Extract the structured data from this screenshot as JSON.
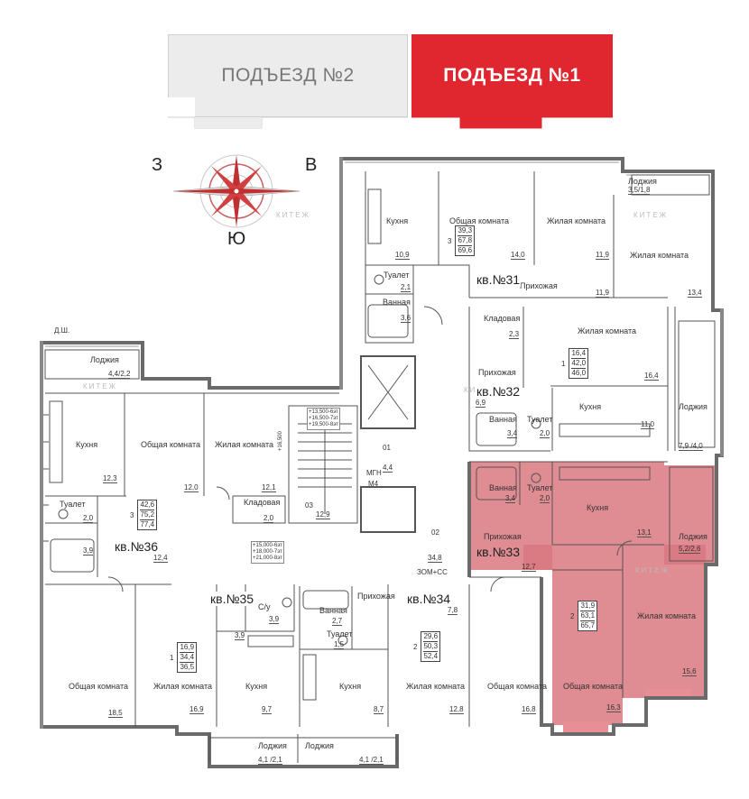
{
  "header": {
    "entrance_2": "ПОДЪЕЗД №2",
    "entrance_1": "ПОДЪЕЗД №1"
  },
  "compass": {
    "west": "З",
    "east": "В",
    "south": "Ю"
  },
  "watermark": "КИТЕЖ",
  "colors": {
    "entrance_1_bg": "#e0262f",
    "entrance_2_bg": "#ececec",
    "highlight_fill": "#d97880",
    "wall": "#555555"
  },
  "apartments": {
    "kv31": {
      "label": "кв.№31",
      "rooms": "3",
      "living": "39,3",
      "total": "67,8",
      "total_balcony": "69,6"
    },
    "kv32": {
      "label": "кв.№32",
      "rooms": "1",
      "living": "16,4",
      "total": "42,0",
      "total_balcony": "46,0"
    },
    "kv33": {
      "label": "кв.№33",
      "rooms": "2",
      "living": "31,9",
      "total": "63,1",
      "total_balcony": "65,7"
    },
    "kv34": {
      "label": "кв.№34",
      "rooms": "2",
      "living": "29,6",
      "total": "50,3",
      "total_balcony": "52,4"
    },
    "kv35": {
      "label": "кв.№35",
      "rooms": "1",
      "living": "16,9",
      "total": "34,4",
      "total_balcony": "36,5"
    },
    "kv36": {
      "label": "кв.№36",
      "rooms": "3",
      "living": "42,6",
      "total": "75,2",
      "total_balcony": "77,4"
    }
  },
  "rooms": {
    "r31_kitchen": {
      "name": "Кухня",
      "area": "10,9"
    },
    "r31_common": {
      "name": "Общая комната",
      "area": "14,0"
    },
    "r31_living1": {
      "name": "Жилая комната",
      "area": "11,9"
    },
    "r31_living2": {
      "name": "Жилая комната",
      "area": "13,4"
    },
    "r31_hall": {
      "name": "Прихожая",
      "area": "11,9"
    },
    "r31_toilet": {
      "name": "Туалет",
      "area": "2,1"
    },
    "r31_bath": {
      "name": "Ванная",
      "area": "3,6"
    },
    "r31_loggia": {
      "name": "Лоджия",
      "area": "3,5/1,8"
    },
    "r32_pantry": {
      "name": "Кладовая",
      "area": "2,3"
    },
    "r32_hall": {
      "name": "Прихожая",
      "area": "6,9"
    },
    "r32_living": {
      "name": "Жилая комната",
      "area": "16,4"
    },
    "r32_kitchen": {
      "name": "Кухня",
      "area": "11,0"
    },
    "r32_bath": {
      "name": "Ванная",
      "area": "3,4"
    },
    "r32_toilet": {
      "name": "Туалет",
      "area": "2,0"
    },
    "r32_loggia": {
      "name": "Лоджия",
      "area": "7,9 /4,0"
    },
    "r33_bath": {
      "name": "Ванная",
      "area": "3,4"
    },
    "r33_toilet": {
      "name": "Туалет",
      "area": "2,0"
    },
    "r33_kitchen": {
      "name": "Кухня",
      "area": "13,1"
    },
    "r33_loggia": {
      "name": "Лоджия",
      "area": "5,2/2,6"
    },
    "r33_hall": {
      "name": "Прихожая",
      "area": "12,7"
    },
    "r33_living": {
      "name": "Жилая комната",
      "area": "15,6"
    },
    "r33_common": {
      "name": "Общая комната",
      "area": "16,3"
    },
    "r34_hall": {
      "name": "Прихожая",
      "area": "7,8"
    },
    "r34_bath": {
      "name": "Ванная",
      "area": "2,7"
    },
    "r34_toilet": {
      "name": "Туалет",
      "area": "1,5"
    },
    "r34_kitchen": {
      "name": "Кухня",
      "area": "8,7"
    },
    "r34_living": {
      "name": "Жилая комната",
      "area": "12,8"
    },
    "r34_common": {
      "name": "Общая комната",
      "area": "16,8"
    },
    "r34_loggia": {
      "name": "Лоджия",
      "area": "4,1 /2,1"
    },
    "r35_cy": {
      "name": "С/у",
      "area": "3,9"
    },
    "r35_hall_area": {
      "area": "3,9"
    },
    "r35_kitchen": {
      "name": "Кухня",
      "area": "9,7"
    },
    "r35_living": {
      "name": "Жилая комната",
      "area": "16,9"
    },
    "r35_loggia": {
      "name": "Лоджия",
      "area": "4,1 /2,1"
    },
    "r36_kitchen": {
      "name": "Кухня",
      "area": "12,3"
    },
    "r36_common": {
      "name": "Общая комната",
      "area": "12,0"
    },
    "r36_living1": {
      "name": "Жилая комната",
      "area": "12,1"
    },
    "r36_pantry": {
      "name": "Кладовая",
      "area": "2,0"
    },
    "r36_toilet": {
      "name": "Туалет",
      "area": "2,0"
    },
    "r36_bath_area": {
      "area": "3,9"
    },
    "r36_hall_area": {
      "area": "12,4"
    },
    "r36_common2": {
      "name": "Общая комната",
      "area": "18,5"
    },
    "r36_loggia": {
      "name": "Лоджия",
      "area": "4,4/2,2"
    }
  },
  "common_areas": {
    "stair_area": "12,9",
    "corridor_area": "34,8",
    "lift_area": "4,4",
    "lift_label": "МГН",
    "lift_code": "М4",
    "marker_01": "01",
    "marker_02": "02",
    "marker_03": "03",
    "shaft_label": "Д.Ш.",
    "service_label": "ЗОМ+СС",
    "elevations_top": [
      "+13,500-6эт",
      "+16,500-7эт",
      "+19,500-8эт"
    ],
    "elevations_bottom": [
      "+15,000-6эт",
      "+18,000-7эт",
      "+21,000-8эт"
    ],
    "elevations_side": "+16,500"
  }
}
